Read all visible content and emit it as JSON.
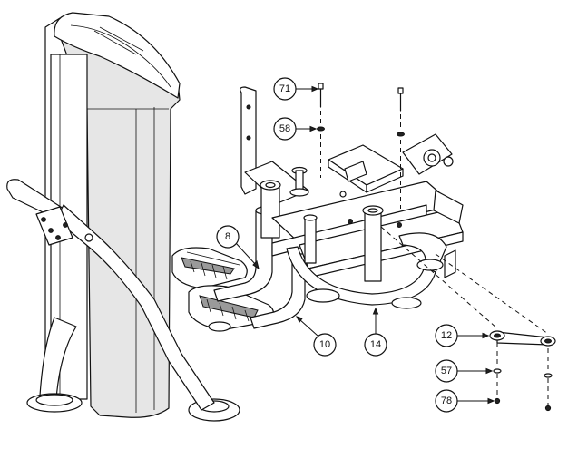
{
  "callouts": [
    {
      "id": "c71",
      "label": "71"
    },
    {
      "id": "c58",
      "label": "58"
    },
    {
      "id": "c8",
      "label": "8"
    },
    {
      "id": "c10",
      "label": "10"
    },
    {
      "id": "c14",
      "label": "14"
    },
    {
      "id": "c12",
      "label": "12"
    },
    {
      "id": "c57",
      "label": "57"
    },
    {
      "id": "c78",
      "label": "78"
    }
  ],
  "colors": {
    "line": "#111111",
    "shade": "#e6e6e6",
    "dark": "#9a9a9a",
    "background": "#ffffff"
  }
}
